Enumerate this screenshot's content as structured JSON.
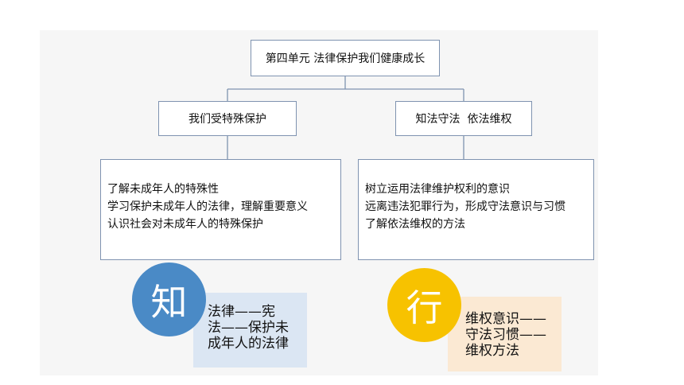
{
  "root": {
    "label": "第四单元 法律保护我们健康成长"
  },
  "branches": [
    {
      "label": "我们受特殊保护",
      "details": [
        "了解未成年人的特殊性",
        "学习保护未成年人的法律，理解重要意义",
        "认识社会对未成年人的特殊保护"
      ],
      "badge": {
        "char": "知",
        "color": "#4a8ac6"
      },
      "note": [
        "法律——宪",
        "法——保护未",
        "成年人的法律"
      ]
    },
    {
      "label": "知法守法  依法维权",
      "details": [
        "树立运用法律维护权利的意识",
        "远离违法犯罪行为，形成守法意识与习惯",
        "了解依法维权的方法"
      ],
      "badge": {
        "char": "行",
        "color": "#f7c200"
      },
      "note": [
        "维权意识——",
        "守法习惯——",
        "维权方法"
      ]
    }
  ]
}
